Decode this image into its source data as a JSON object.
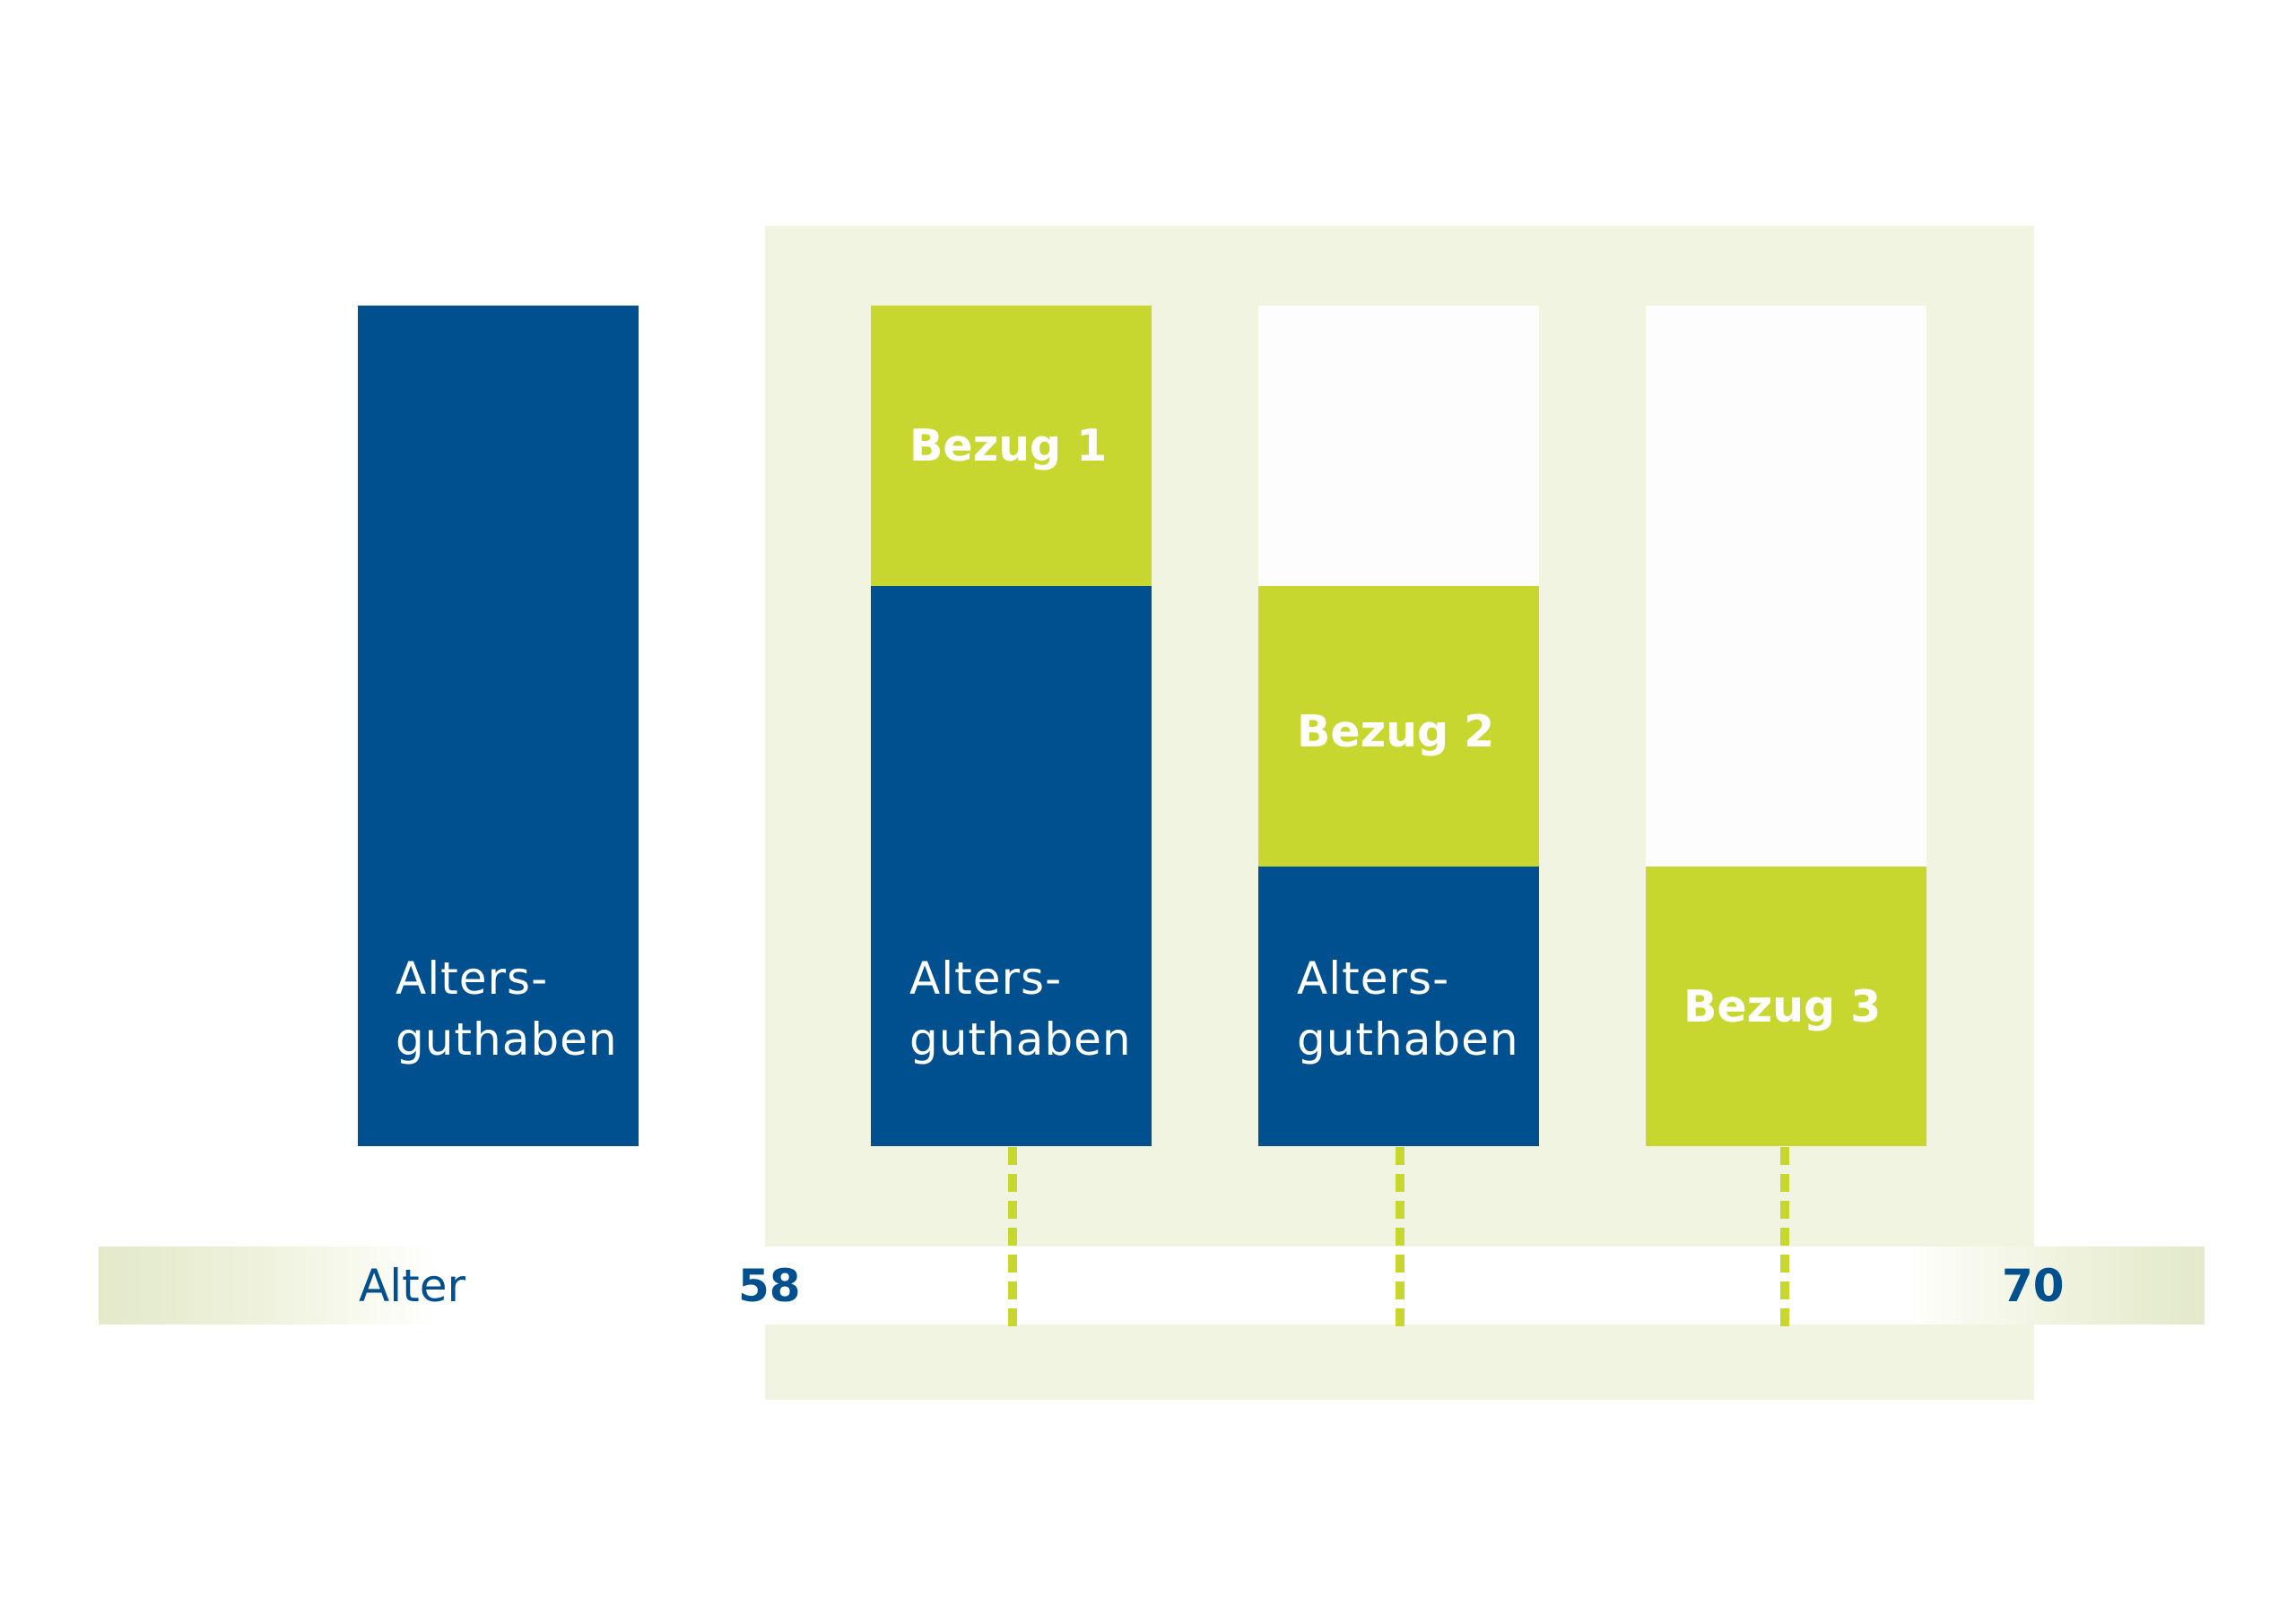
{
  "columns": [
    {
      "segments": [
        {
          "kind": "guthaben",
          "label": "Alters-\nguthaben"
        }
      ]
    },
    {
      "segments": [
        {
          "kind": "bezug",
          "label": "Bezug 1"
        },
        {
          "kind": "guthaben",
          "label": "Alters-\nguthaben"
        }
      ]
    },
    {
      "segments": [
        {
          "kind": "bezug",
          "label": "Bezug 2"
        },
        {
          "kind": "guthaben",
          "label": "Alters-\nguthaben"
        }
      ]
    },
    {
      "segments": [
        {
          "kind": "bezug",
          "label": "Bezug 3"
        }
      ]
    }
  ],
  "axis": {
    "label": "Alter",
    "start": "58",
    "end": "70"
  },
  "colors": {
    "guthaben": "#004f8e",
    "bezug": "#c8d630",
    "panel": "#f1f4e1"
  }
}
